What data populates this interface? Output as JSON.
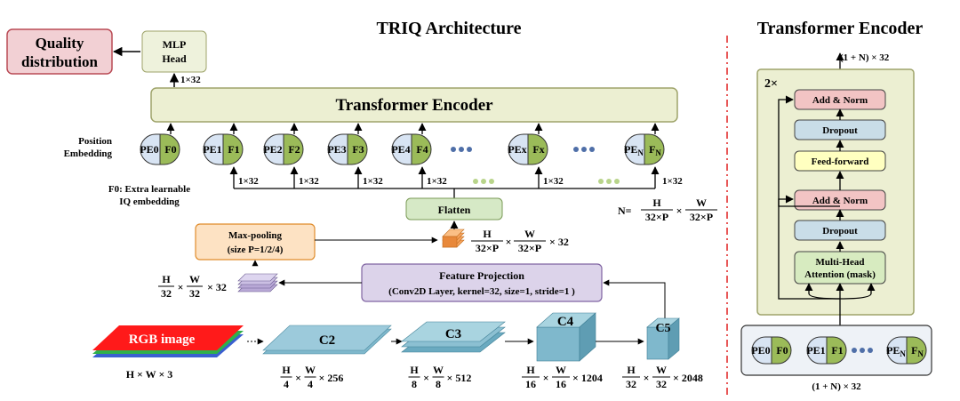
{
  "left_title": "TRIQ Architecture",
  "right_title": "Transformer Encoder",
  "quality": {
    "line1": "Quality",
    "line2": "distribution"
  },
  "mlp": {
    "line1": "MLP",
    "line2": "Head"
  },
  "dim_1x32": "1×32",
  "transformer_encoder": "Transformer Encoder",
  "position_embedding": {
    "line1": "Position",
    "line2": "Embedding"
  },
  "tokens": [
    {
      "pe": "PE0",
      "f": "F0"
    },
    {
      "pe": "PE1",
      "f": "F1"
    },
    {
      "pe": "PE2",
      "f": "F2"
    },
    {
      "pe": "PE3",
      "f": "F3"
    },
    {
      "pe": "PE4",
      "f": "F4"
    },
    {
      "pe": "PEx",
      "f": "Fx"
    },
    {
      "pe": "PE",
      "pe_sub": "N",
      "f": "F",
      "f_sub": "N"
    }
  ],
  "f0_note": {
    "line1": "F0: Extra learnable",
    "line2": "IQ embedding"
  },
  "flatten": "Flatten",
  "n_formula": {
    "prefix": "N=",
    "num1": "H",
    "den1": "32×P",
    "times": "×",
    "num2": "W",
    "den2": "32×P"
  },
  "maxpool": {
    "line1": "Max-pooling",
    "line2": "(size P=1/2/4)"
  },
  "pooled_dims": {
    "num1": "H",
    "den1": "32×P",
    "num2": "W",
    "den2": "32×P",
    "tail": "× 32"
  },
  "feature_projection": {
    "line1": "Feature Projection",
    "line2": "(Conv2D Layer, kernel=32, size=1, stride=1 )"
  },
  "proj_dims": {
    "num1": "H",
    "den1": "32",
    "num2": "W",
    "den2": "32",
    "tail": "× 32"
  },
  "rgb": {
    "label": "RGB image",
    "dims": "H × W × 3"
  },
  "stages": [
    {
      "label": "C2",
      "num1": "H",
      "den1": "4",
      "num2": "W",
      "den2": "4",
      "tail": "× 256"
    },
    {
      "label": "C3",
      "num1": "H",
      "den1": "8",
      "num2": "W",
      "den2": "8",
      "tail": "× 512"
    },
    {
      "label": "C4",
      "num1": "H",
      "den1": "16",
      "num2": "W",
      "den2": "16",
      "tail": "× 1204"
    },
    {
      "label": "C5",
      "num1": "H",
      "den1": "32",
      "num2": "W",
      "den2": "32",
      "tail": "× 2048"
    }
  ],
  "encoder_detail": {
    "repeat": "2×",
    "out_dims": "(1 + N) × 32",
    "in_dims": "(1 + N) × 32",
    "blocks": [
      "Add & Norm",
      "Dropout",
      "Feed-forward",
      "Add & Norm",
      "Dropout"
    ],
    "mha": {
      "line1": "Multi-Head",
      "line2": "Attention (mask)"
    },
    "input_tokens": [
      {
        "pe": "PE0",
        "f": "F0"
      },
      {
        "pe": "PE1",
        "f": "F1"
      },
      {
        "pe": "PE",
        "pe_sub": "N",
        "f": "F",
        "f_sub": "N"
      }
    ]
  },
  "colors": {
    "quality_fill": "#f2d0d4",
    "quality_stroke": "#b94a55",
    "mlp_fill": "#eef2dc",
    "encoder_fill": "#ecefd2",
    "encoder_stroke": "#9ea36a",
    "pe_fill": "#d8e4f3",
    "f_fill": "#9bbb59",
    "flatten_fill": "#d6e9c6",
    "maxpool_fill": "#fde2c3",
    "maxpool_stroke": "#e08c2c",
    "proj_fill": "#dcd3ea",
    "proj_stroke": "#8064a2",
    "addnorm_fill": "#f2c4c4",
    "dropout_fill": "#c9dde8",
    "ff_fill": "#ffffc0",
    "mha_fill": "#d7ebc0",
    "stage_fill": "#a9d4e0",
    "divider": "#e02020"
  }
}
